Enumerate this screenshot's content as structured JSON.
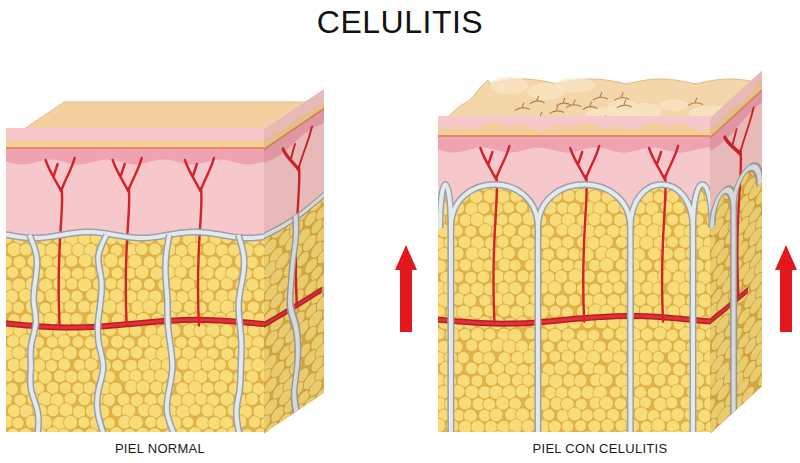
{
  "diagram": {
    "title": "CELULITIS",
    "labels": [
      "PIEL NORMAL",
      "PIEL CON CELULITIS"
    ]
  }
}
